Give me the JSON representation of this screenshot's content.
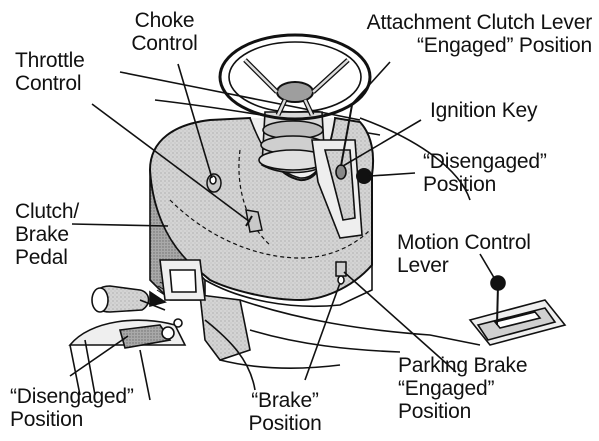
{
  "labels": {
    "choke_control": [
      "Choke",
      "Control"
    ],
    "attachment_clutch_lever": [
      "Attachment Clutch Lever",
      "“Engaged” Position"
    ],
    "throttle_control": [
      "Throttle",
      "Control"
    ],
    "ignition_key": [
      "Ignition Key"
    ],
    "disengaged_right": [
      "“Disengaged”",
      "Position"
    ],
    "clutch_brake_pedal": [
      "Clutch/",
      "Brake",
      "Pedal"
    ],
    "motion_control_lever": [
      "Motion Control",
      "Lever"
    ],
    "parking_brake": [
      "Parking Brake",
      "“Engaged”",
      "Position"
    ],
    "disengaged_bottom": [
      "“Disengaged”",
      "Position"
    ],
    "brake_position": [
      "“Brake”",
      "Position"
    ]
  },
  "colors": {
    "ink": "#111111",
    "body_fill": "#d9d9d9",
    "shadow_fill": "#a8a8a8",
    "light_fill": "#efefef"
  }
}
